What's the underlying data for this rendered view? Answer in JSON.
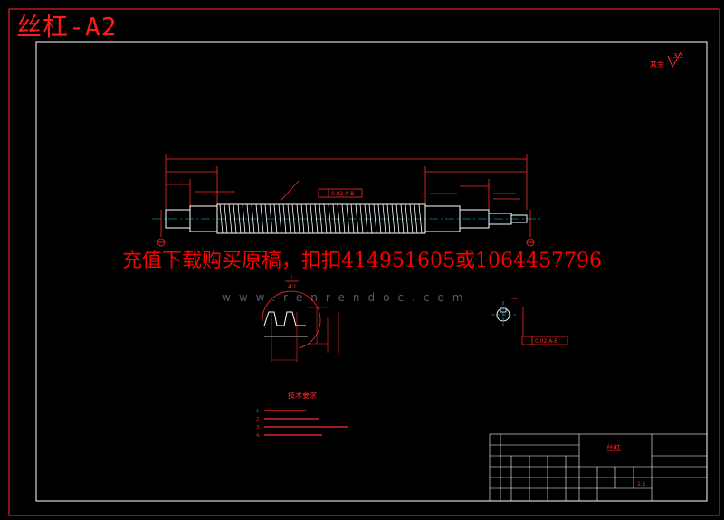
{
  "sheet": {
    "title": "丝杠-A2"
  },
  "overlay": {
    "text": "充值下载购买原稿，扣扣414951605或1064457796"
  },
  "watermark": {
    "text": "www.renrendoc.com"
  },
  "colors": {
    "background": "#000000",
    "frame": "#ffffff",
    "geometry": "#ffffff",
    "annotation": "#ff0000",
    "dimension": "#ff2b2b",
    "accent": "#00c8ff"
  },
  "roughness": {
    "label": "其余",
    "value": "3.2"
  },
  "section_label": {
    "top": "I",
    "bottom": "4:1"
  },
  "notes": {
    "heading": "技术要求",
    "items": [
      "1.",
      "2.",
      "3.",
      "4."
    ]
  },
  "tolerance": {
    "main": "0.02  A-B",
    "detail": "0.02  A-B"
  },
  "title_block": {
    "part_name": "丝杠",
    "scale": "1:1"
  }
}
